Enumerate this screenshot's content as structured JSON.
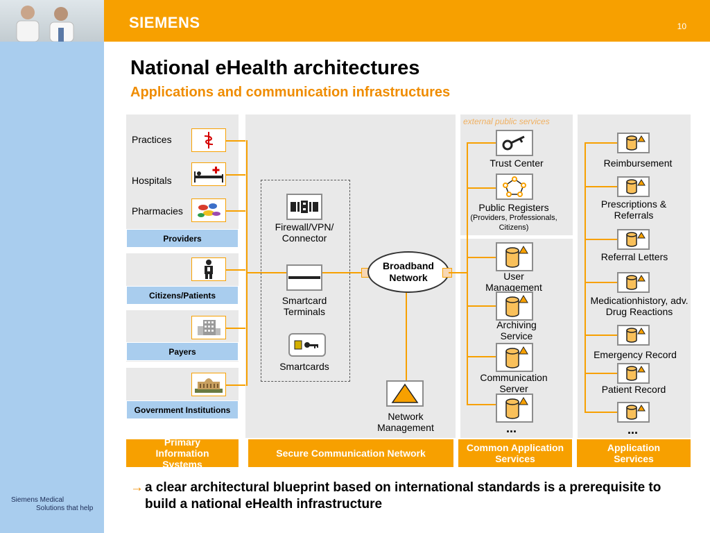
{
  "header": {
    "logo": "SIEMENS",
    "page_number": "10"
  },
  "title": "National eHealth architectures",
  "subtitle": "Applications and communication infrastructures",
  "providers": {
    "items": [
      "Practices",
      "Hospitals",
      "Pharmacies"
    ],
    "bar_label": "Providers"
  },
  "citizens_label": "Citizens/Patients",
  "payers_label": "Payers",
  "government_label": "Government Institutions",
  "secure_network": {
    "firewall": "Firewall/VPN/ Connector",
    "terminals": "Smartcard Terminals",
    "smartcards": "Smartcards",
    "broadband": "Broadband Network",
    "network_management": "Network Management"
  },
  "external_public_services": "external public services",
  "common_services": {
    "trust_center": "Trust Center",
    "public_registers": "Public Registers",
    "public_registers_note": "(Providers, Professionals, Citizens)",
    "user_management": "User Management",
    "archiving": "Archiving Service",
    "communication": "Communication Server",
    "more": "..."
  },
  "applications": {
    "items": [
      "Reimbursement",
      "Prescriptions & Referrals",
      "Referral Letters",
      "Medicationhistory, adv. Drug Reactions",
      "Emergency Record",
      "Patient Record"
    ],
    "more": "..."
  },
  "bottom_bars": {
    "primary": "Primary Information Systems",
    "secure": "Secure Communication Network",
    "common": "Common Application Services",
    "application": "Application Services"
  },
  "conclusion": {
    "arrow": "→",
    "text": "a clear architectural blueprint based on international standards is a prerequisite to build a national eHealth infrastructure"
  },
  "brand": {
    "line1": "Siemens Medical",
    "line2": "Solutions that help"
  },
  "colors": {
    "accent": "#f7a000",
    "panel": "#e9e9e9",
    "blue": "#a9cdee"
  }
}
